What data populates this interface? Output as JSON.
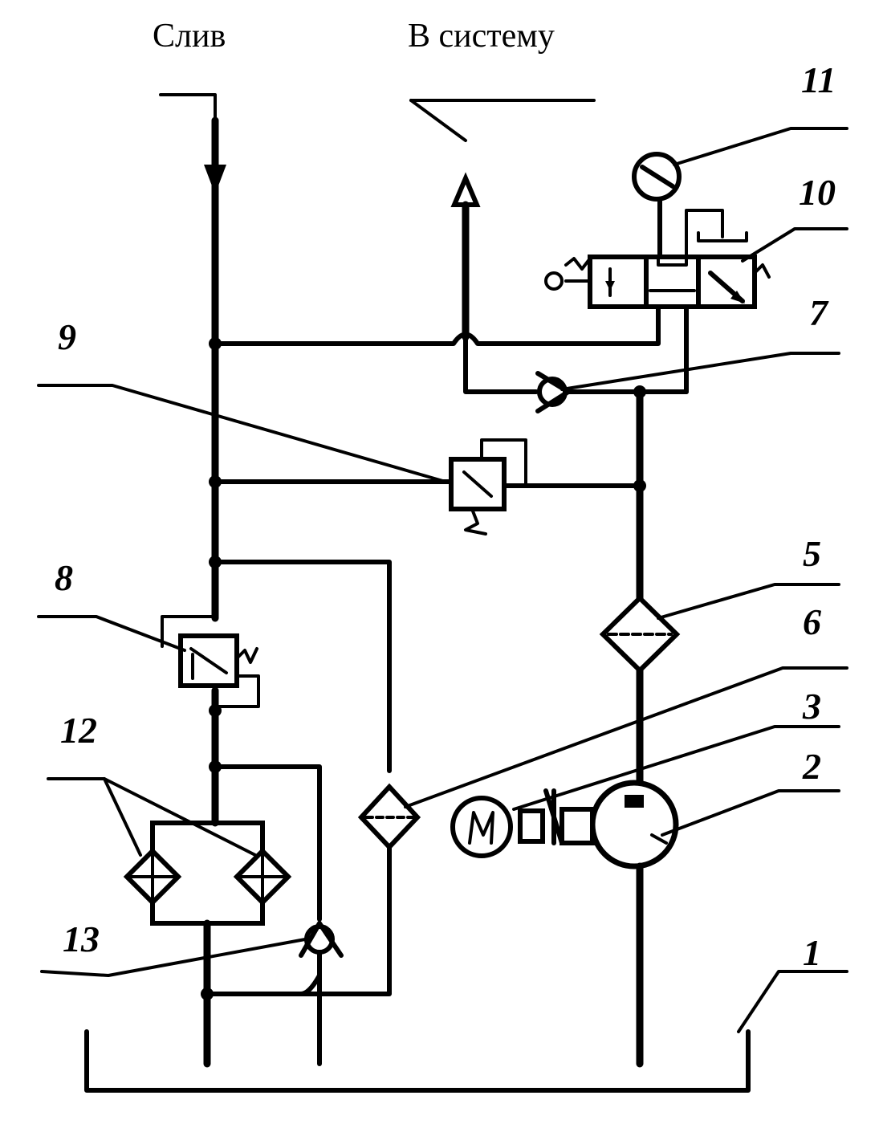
{
  "headers": {
    "drain": "Слив",
    "to_system": "В систему"
  },
  "labels": {
    "n1": "1",
    "n2": "2",
    "n3": "3",
    "n5": "5",
    "n6": "6",
    "n7": "7",
    "n8": "8",
    "n9": "9",
    "n10": "10",
    "n11": "11",
    "n12": "12",
    "n13": "13"
  },
  "colors": {
    "ink": "#000000",
    "paper": "#ffffff"
  }
}
